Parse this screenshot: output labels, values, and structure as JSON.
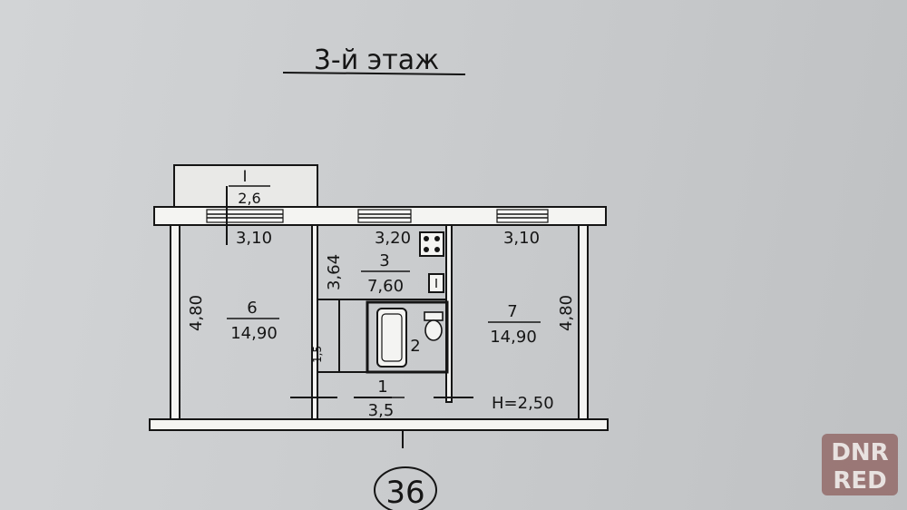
{
  "floor_title": "3-й этаж",
  "balcony": {
    "number": "I",
    "area": "2,6"
  },
  "rooms": [
    {
      "id": "room-6",
      "number": "6",
      "area": "14,90",
      "width": "3,10",
      "length": "4,80"
    },
    {
      "id": "room-3",
      "number": "3",
      "area": "7,60",
      "width": "3,20",
      "length": "3,64"
    },
    {
      "id": "room-7",
      "number": "7",
      "area": "14,90",
      "width": "3,10",
      "length": "4,80"
    },
    {
      "id": "room-2",
      "number": "2"
    },
    {
      "id": "room-1",
      "number": "1",
      "area": "3,5"
    }
  ],
  "closet_dim": "1,5",
  "ceiling_height": "H=2,50",
  "apartment_number": "36",
  "watermark": {
    "line1": "DNR",
    "line2": "RED",
    "color": "#7a3a36"
  }
}
